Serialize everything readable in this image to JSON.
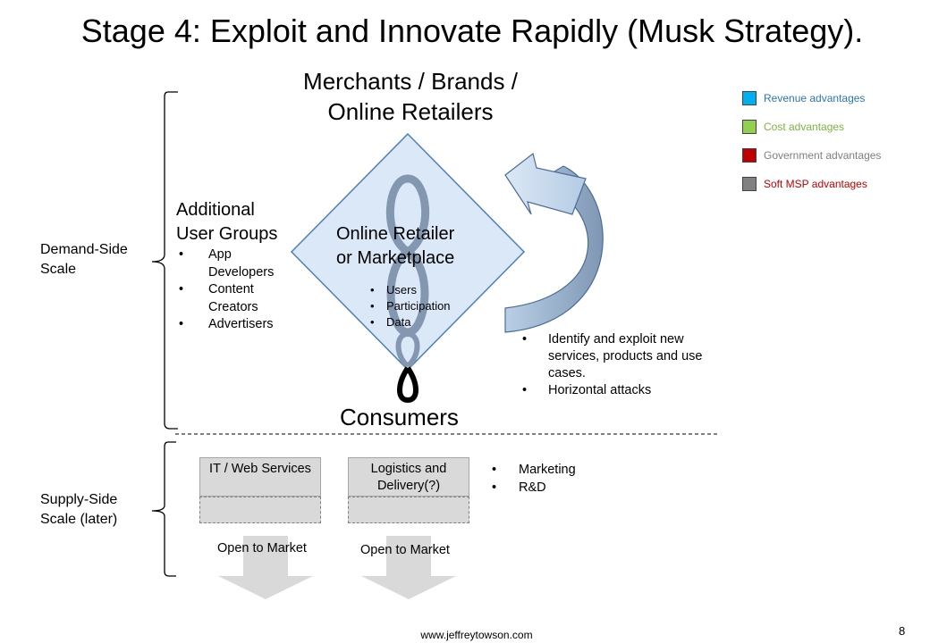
{
  "title": "Stage 4: Exploit and Innovate Rapidly (Musk Strategy).",
  "top_label": {
    "line1": "Merchants / Brands /",
    "line2": "Online Retailers"
  },
  "legend": [
    {
      "label": "Revenue  advantages",
      "swatch": "#00b0f0",
      "text_color": "#2e75b6"
    },
    {
      "label": "Cost advantages",
      "swatch": "#92d050",
      "text_color": "#7cb342"
    },
    {
      "label": "Government  advantages",
      "swatch": "#c00000",
      "text_color": "#7f7f7f"
    },
    {
      "label": "Soft MSP advantages",
      "swatch": "#808080",
      "text_color": "#c00000"
    }
  ],
  "demand_side": {
    "line1": "Demand-Side",
    "line2": "Scale"
  },
  "supply_side": {
    "line1": "Supply-Side",
    "line2": "Scale (later)"
  },
  "user_groups": {
    "title_line1": "Additional",
    "title_line2": "User Groups",
    "items": [
      "App Developers",
      "Content Creators",
      "Advertisers"
    ]
  },
  "center": {
    "title_line1": "Online Retailer",
    "title_line2": "or Marketplace",
    "items": [
      "Users",
      "Participation",
      "Data"
    ]
  },
  "right_bullets": [
    "Identify and exploit new services, products and use cases.",
    "Horizontal attacks"
  ],
  "consumers": "Consumers",
  "supply_boxes": [
    {
      "label": "IT / Web Services",
      "open_label": "Open to Market"
    },
    {
      "label": "Logistics and Delivery(?)",
      "open_label": "Open to Market"
    }
  ],
  "supply_bullets": [
    "Marketing",
    "R&D"
  ],
  "footer": "www.jeffreytowson.com",
  "page_number": "8"
}
